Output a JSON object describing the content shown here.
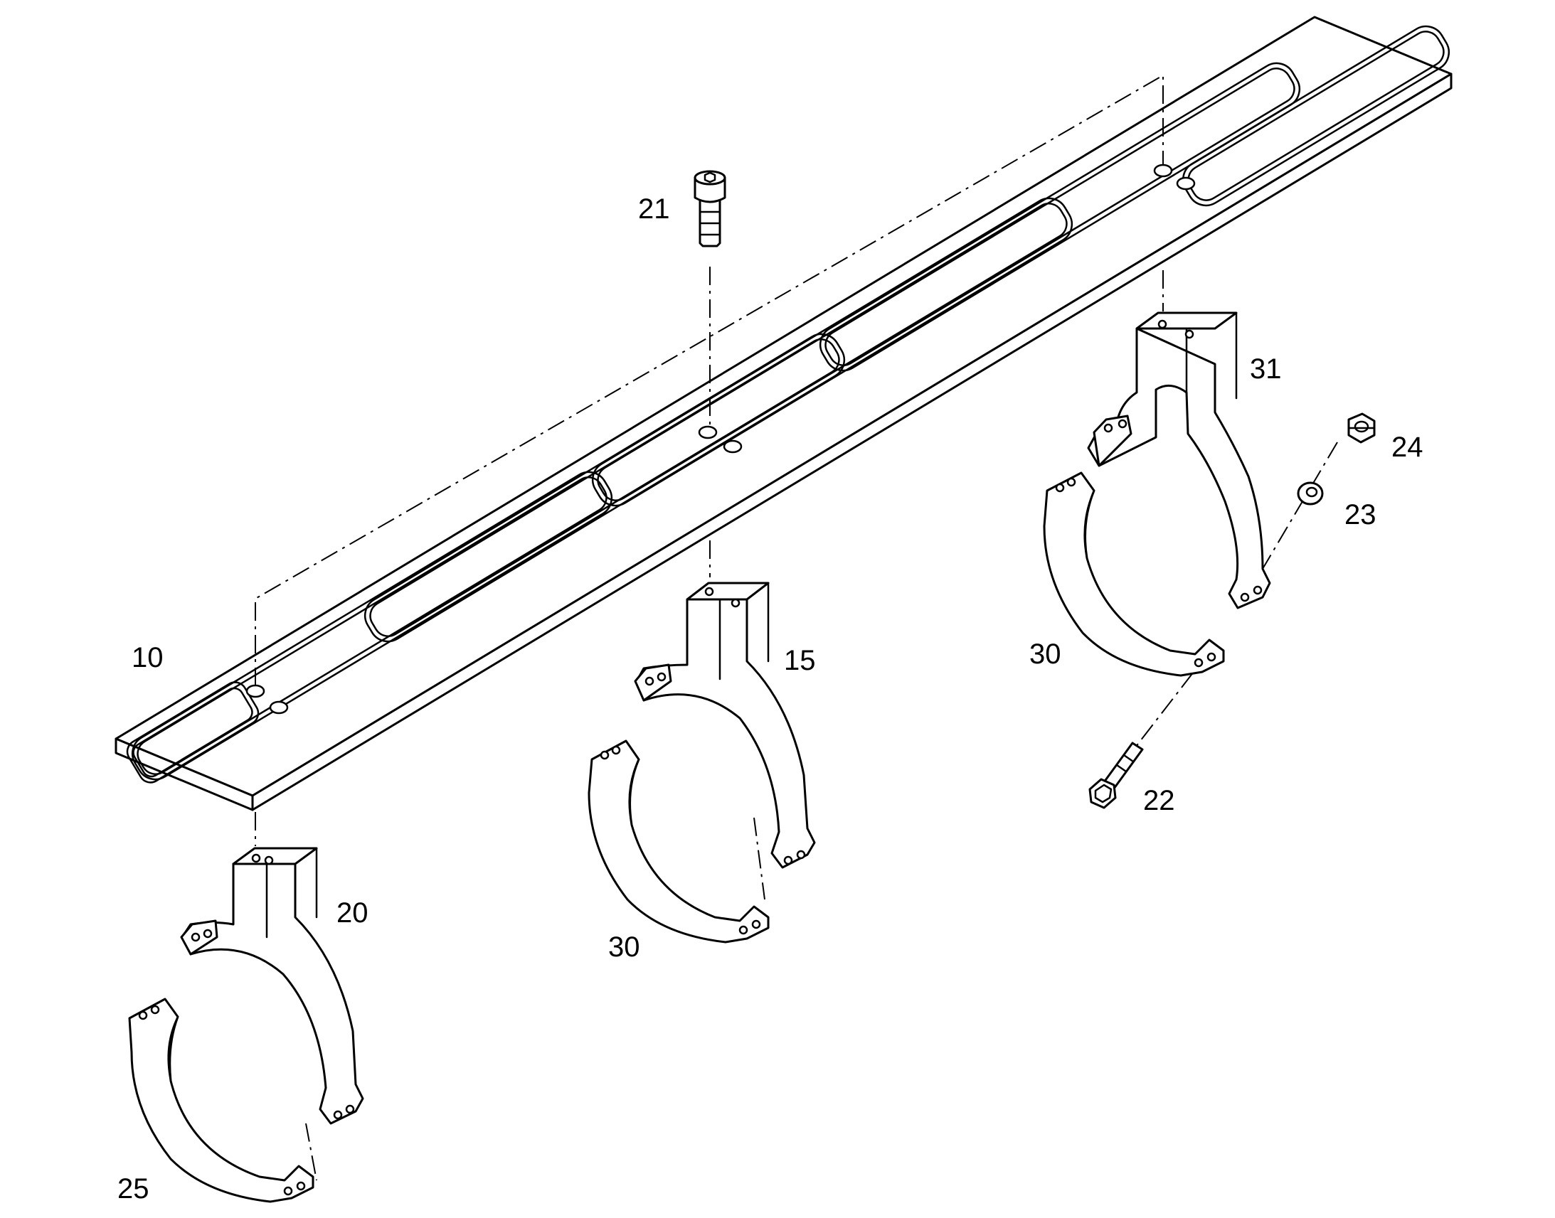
{
  "callouts": [
    {
      "id": "10",
      "text": "10"
    },
    {
      "id": "15",
      "text": "15"
    },
    {
      "id": "20",
      "text": "20"
    },
    {
      "id": "21",
      "text": "21"
    },
    {
      "id": "22",
      "text": "22"
    },
    {
      "id": "23",
      "text": "23"
    },
    {
      "id": "24",
      "text": "24"
    },
    {
      "id": "25",
      "text": "25"
    },
    {
      "id": "30a",
      "text": "30"
    },
    {
      "id": "30b",
      "text": "30"
    },
    {
      "id": "31",
      "text": "31"
    }
  ],
  "colors": {
    "line": "#000000",
    "background": "#ffffff"
  }
}
